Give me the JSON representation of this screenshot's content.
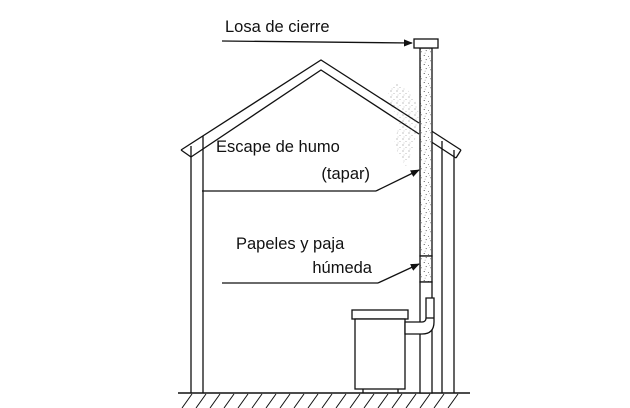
{
  "labels": {
    "closing_slab": "Losa de cierre",
    "smoke_escape_line1": "Escape de humo",
    "smoke_escape_line2": "(tapar)",
    "papers_line1": "Papeles y paja",
    "papers_line2": "húmeda"
  }
}
